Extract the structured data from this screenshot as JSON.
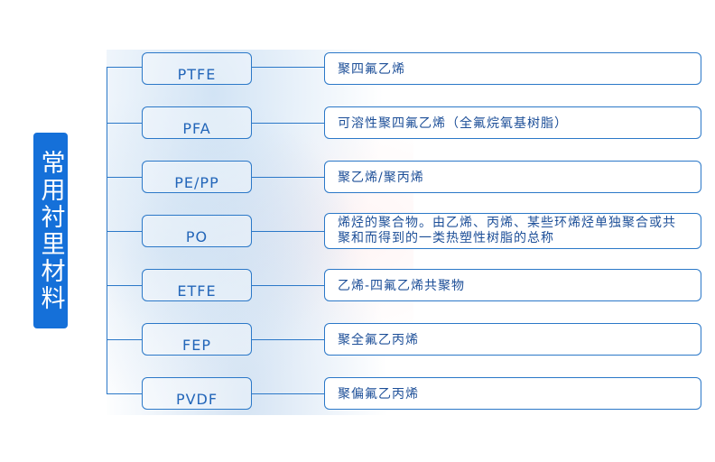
{
  "title": "常用衬里材料",
  "colors": {
    "accent": "#1570d9",
    "line": "#2b78c8",
    "term_text": "#2366b9",
    "desc_text": "#1d4f98"
  },
  "materials": [
    {
      "term": "PTFE",
      "desc": "聚四氟乙烯"
    },
    {
      "term": "PFA",
      "desc": "可溶性聚四氟乙烯（全氟烷氧基树脂）"
    },
    {
      "term": "PE/PP",
      "desc": "聚乙烯/聚丙烯"
    },
    {
      "term": "PO",
      "desc": "烯烃的聚合物。由乙烯、丙烯、某些环烯烃单独聚合或共聚和而得到的一类热塑性树脂的总称"
    },
    {
      "term": "ETFE",
      "desc": "乙烯-四氟乙烯共聚物"
    },
    {
      "term": "FEP",
      "desc": "聚全氟乙丙烯"
    },
    {
      "term": "PVDF",
      "desc": "聚偏氟乙丙烯"
    }
  ]
}
